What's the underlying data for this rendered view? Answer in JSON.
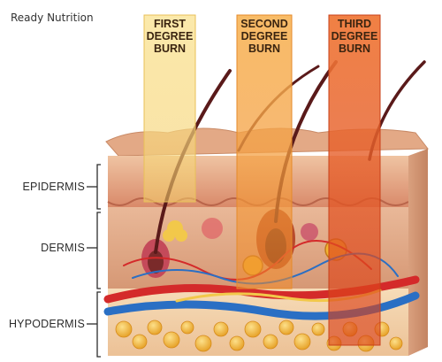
{
  "brand": "Ready Nutrition",
  "burns": [
    {
      "line1": "FIRST",
      "line2": "DEGREE",
      "line3": "BURN",
      "color": "#f6dc7c"
    },
    {
      "line1": "SECOND",
      "line2": "DEGREE",
      "line3": "BURN",
      "color": "#f5a33c"
    },
    {
      "line1": "THIRD",
      "line2": "DEGREE",
      "line3": "BURN",
      "color": "#e85a22"
    }
  ],
  "layers": [
    {
      "label": "EPIDERMIS"
    },
    {
      "label": "DERMIS"
    },
    {
      "label": "HYPODERMIS"
    }
  ],
  "colors": {
    "epidermis": "#e6b08e",
    "dermis": "#d99570",
    "hypodermis": "#f2d0a8",
    "fat": "#f2b433",
    "artery": "#d42a2a",
    "vein": "#2a6fc4"
  }
}
